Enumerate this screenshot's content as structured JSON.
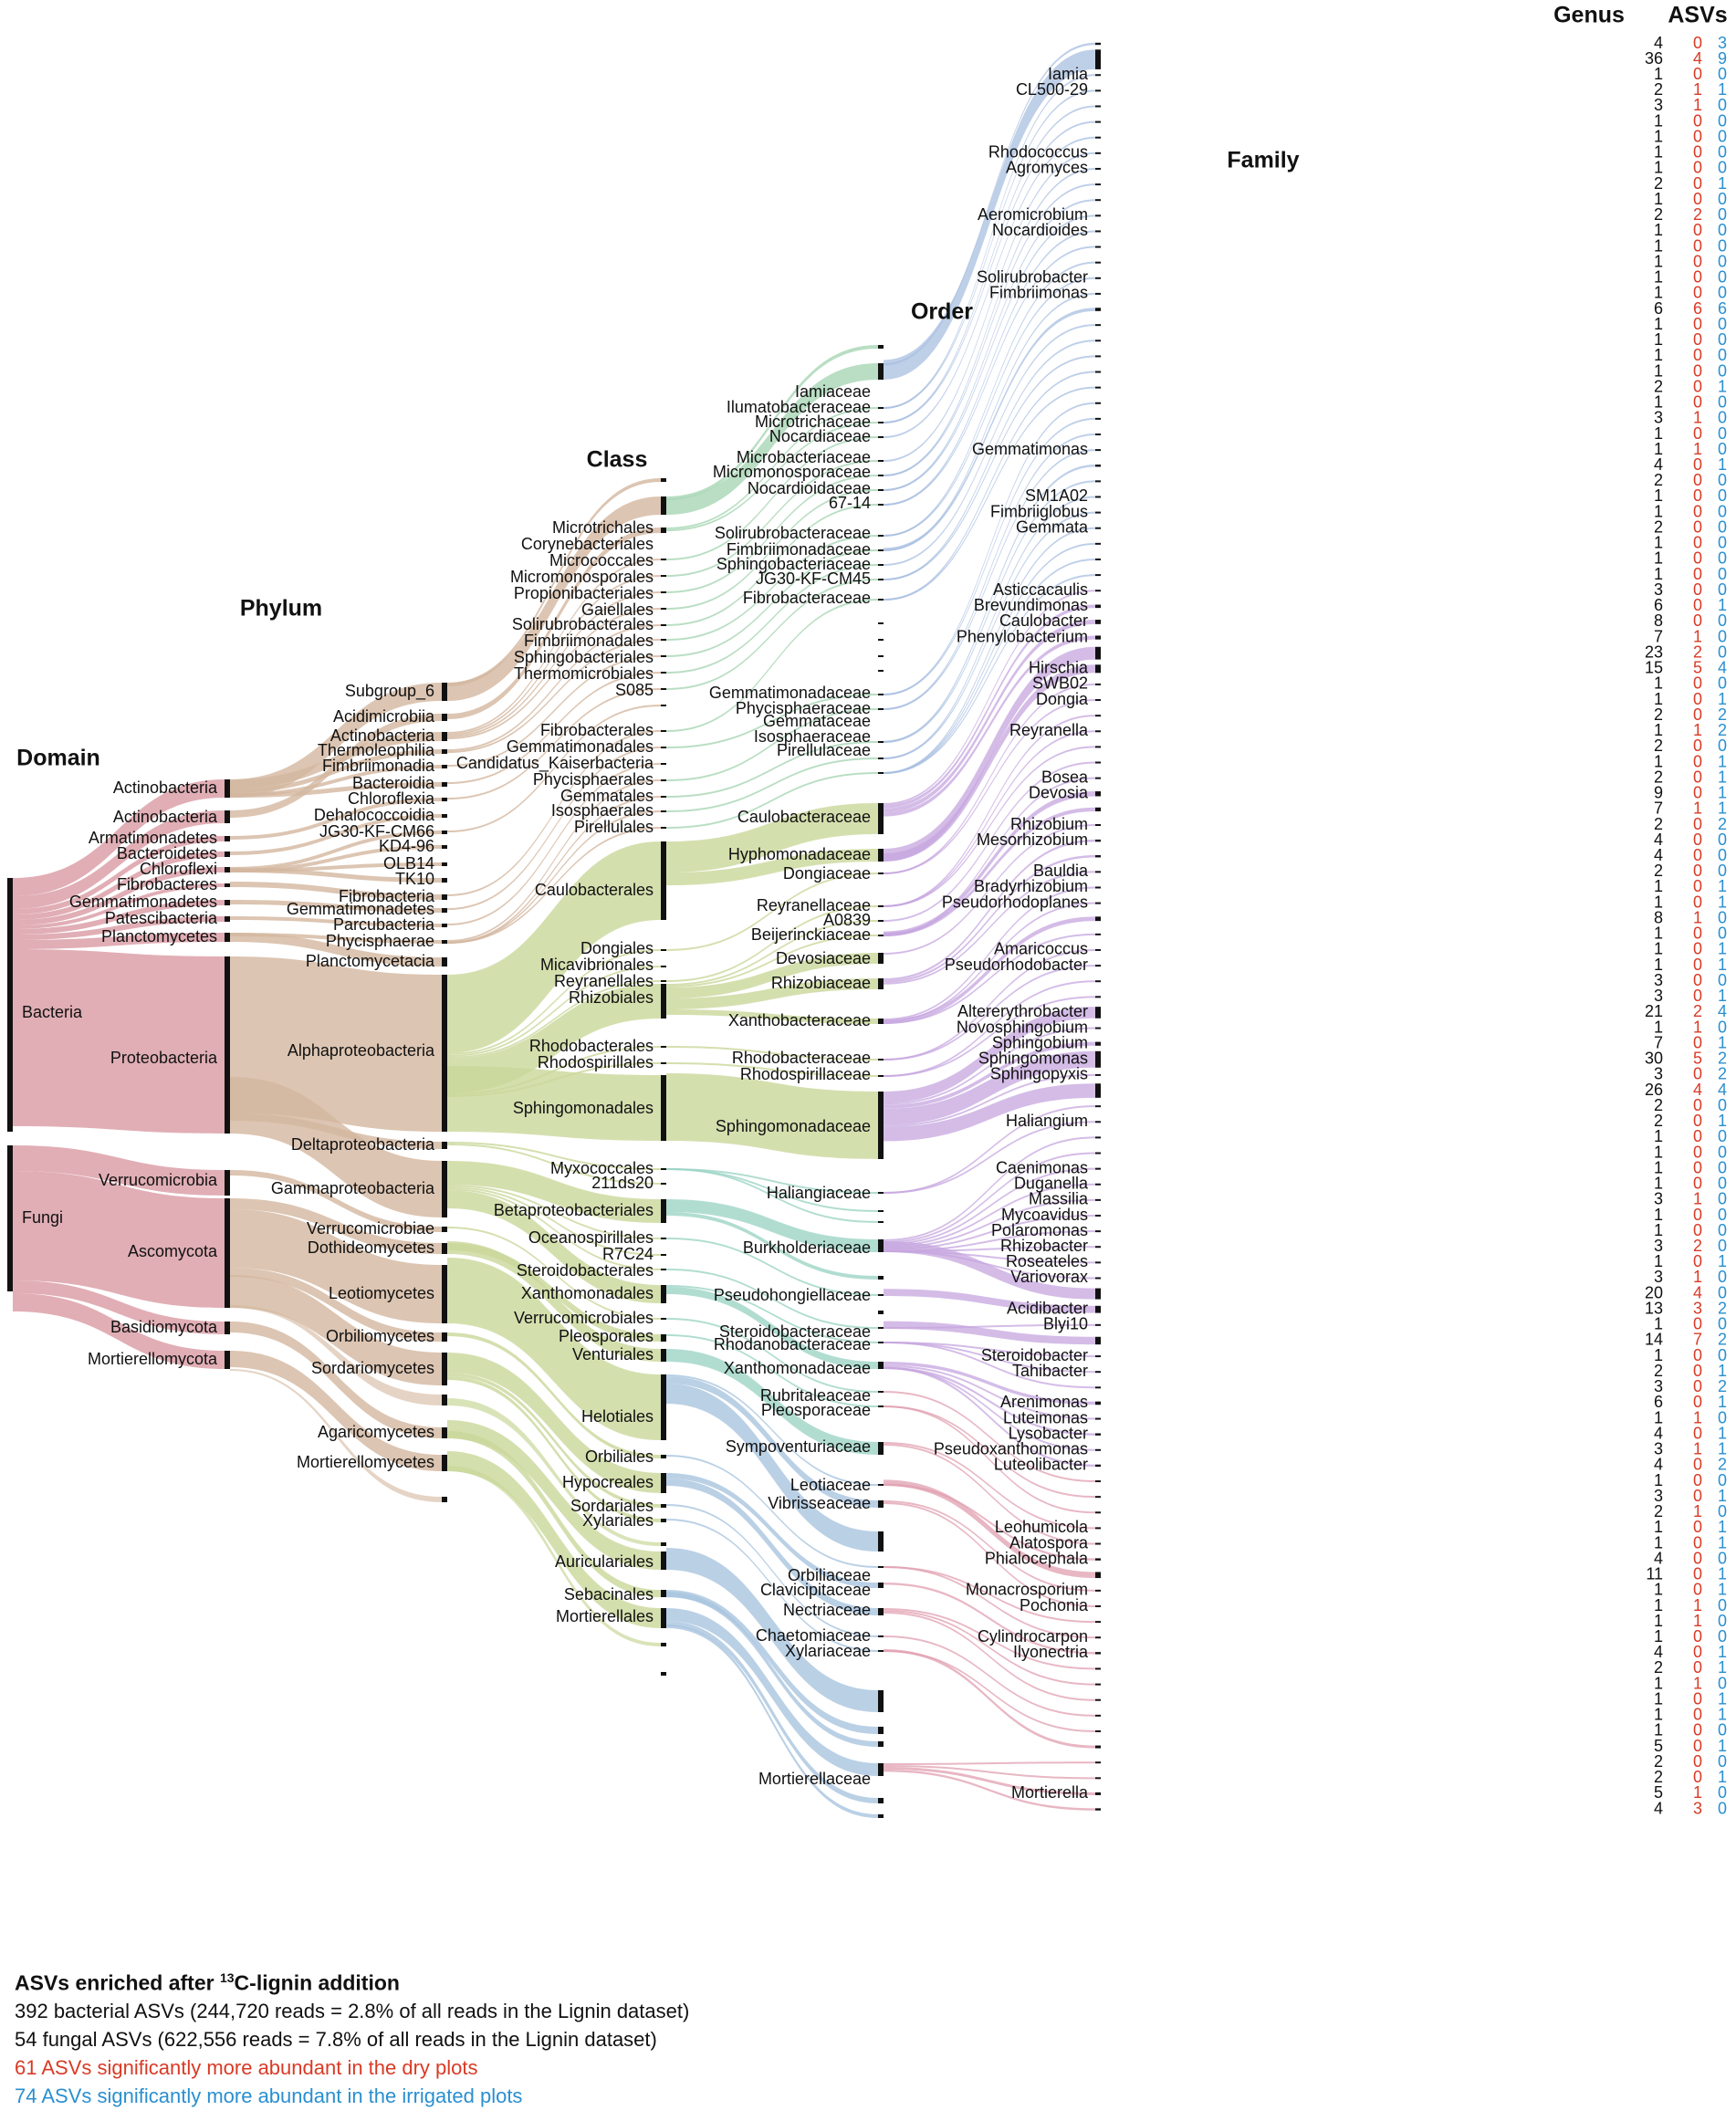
{
  "chart_data": {
    "type": "sankey",
    "column_headers": [
      "Domain",
      "Phylum",
      "Class",
      "Order",
      "Family",
      "Genus",
      "ASVs"
    ],
    "domain": [
      "Bacteria",
      "Fungi"
    ],
    "phylum": [
      "Actinobacteria",
      "Actinobacteria",
      "Armatimonadetes",
      "Bacteroidetes",
      "Chloroflexi",
      "Fibrobacteres",
      "Gemmatimonadetes",
      "Patescibacteria",
      "Planctomycetes",
      "Proteobacteria",
      "Verrucomicrobia",
      "Ascomycota",
      "Basidiomycota",
      "Mortierellomycota"
    ],
    "class": [
      "Subgroup_6",
      "Acidimicrobiia",
      "Actinobacteria",
      "Thermoleophilia",
      "Fimbriimonadia",
      "Bacteroidia",
      "Chloroflexia",
      "Dehalococcoidia",
      "JG30-KF-CM66",
      "KD4-96",
      "OLB14",
      "TK10",
      "Fibrobacteria",
      "Gemmatimonadetes",
      "Parcubacteria",
      "Phycisphaerae",
      "Planctomycetacia",
      "Alphaproteobacteria",
      "Deltaproteobacteria",
      "Gammaproteobacteria",
      "Verrucomicrobiae",
      "Dothideomycetes",
      "Leotiomycetes",
      "Orbiliomycetes",
      "Sordariomycetes",
      "Agaricomycetes",
      "Mortierellomycetes"
    ],
    "order": [
      "Microtrichales",
      "Corynebacteriales",
      "Micrococcales",
      "Micromonosporales",
      "Propionibacteriales",
      "Gaiellales",
      "Solirubrobacterales",
      "Fimbriimonadales",
      "Sphingobacteriales",
      "Thermomicrobiales",
      "S085",
      "Fibrobacterales",
      "Gemmatimonadales",
      "Candidatus_Kaiserbacteria",
      "Phycisphaerales",
      "Gemmatales",
      "Isosphaerales",
      "Pirellulales",
      "Caulobacterales",
      "Dongiales",
      "Micavibrionales",
      "Reyranellales",
      "Rhizobiales",
      "Rhodobacterales",
      "Rhodospirillales",
      "Sphingomonadales",
      "Myxococcales",
      "211ds20",
      "Betaproteobacteriales",
      "Oceanospirillales",
      "R7C24",
      "Steroidobacterales",
      "Xanthomonadales",
      "Verrucomicrobiales",
      "Pleosporales",
      "Venturiales",
      "Helotiales",
      "Orbiliales",
      "Hypocreales",
      "Sordariales",
      "Xylariales",
      "Auriculariales",
      "Sebacinales",
      "Mortierellales"
    ],
    "family": [
      "Iamiaceae",
      "Ilumatobacteraceae",
      "Microtrichaceae",
      "Nocardiaceae",
      "Microbacteriaceae",
      "Micromonosporaceae",
      "Nocardioidaceae",
      "67-14",
      "Solirubrobacteraceae",
      "Fimbriimonadaceae",
      "Sphingobacteriaceae",
      "JG30-KF-CM45",
      "Fibrobacteraceae",
      "Gemmatimonadaceae",
      "Phycisphaeraceae",
      "Gemmataceae",
      "Isosphaeraceae",
      "Pirellulaceae",
      "Caulobacteraceae",
      "Hyphomonadaceae",
      "Dongiaceae",
      "Reyranellaceae",
      "A0839",
      "Beijerinckiaceae",
      "Devosiaceae",
      "Rhizobiaceae",
      "Xanthobacteraceae",
      "Rhodobacteraceae",
      "Rhodospirillaceae",
      "Sphingomonadaceae",
      "Haliangiaceae",
      "Burkholderiaceae",
      "Pseudohongiellaceae",
      "Steroidobacteraceae",
      "Rhodanobacteraceae",
      "Xanthomonadaceae",
      "Rubritaleaceae",
      "Pleosporaceae",
      "Sympoventuriaceae",
      "Leotiaceae",
      "Vibrisseaceae",
      "Orbiliaceae",
      "Clavicipitaceae",
      "Nectriaceae",
      "Chaetomiaceae",
      "Xylariaceae",
      "Mortierellaceae"
    ],
    "genus_rows": [
      {
        "genus": "",
        "total": "4",
        "dry": "0",
        "irrigated": "3"
      },
      {
        "genus": "",
        "total": "36",
        "dry": "4",
        "irrigated": "9"
      },
      {
        "genus": "Iamia",
        "total": "1",
        "dry": "0",
        "irrigated": "0"
      },
      {
        "genus": "CL500-29",
        "total": "2",
        "dry": "1",
        "irrigated": "1"
      },
      {
        "genus": "",
        "total": "3",
        "dry": "1",
        "irrigated": "0"
      },
      {
        "genus": "",
        "total": "1",
        "dry": "0",
        "irrigated": "0"
      },
      {
        "genus": "",
        "total": "1",
        "dry": "0",
        "irrigated": "0"
      },
      {
        "genus": "Rhodococcus",
        "total": "1",
        "dry": "0",
        "irrigated": "0"
      },
      {
        "genus": "Agromyces",
        "total": "1",
        "dry": "0",
        "irrigated": "0"
      },
      {
        "genus": "",
        "total": "2",
        "dry": "0",
        "irrigated": "1"
      },
      {
        "genus": "",
        "total": "1",
        "dry": "0",
        "irrigated": "0"
      },
      {
        "genus": "Aeromicrobium",
        "total": "2",
        "dry": "2",
        "irrigated": "0"
      },
      {
        "genus": "Nocardioides",
        "total": "1",
        "dry": "0",
        "irrigated": "0"
      },
      {
        "genus": "",
        "total": "1",
        "dry": "0",
        "irrigated": "0"
      },
      {
        "genus": "",
        "total": "1",
        "dry": "0",
        "irrigated": "0"
      },
      {
        "genus": "Solirubrobacter",
        "total": "1",
        "dry": "0",
        "irrigated": "0"
      },
      {
        "genus": "Fimbriimonas",
        "total": "1",
        "dry": "0",
        "irrigated": "0"
      },
      {
        "genus": "",
        "total": "6",
        "dry": "6",
        "irrigated": "6"
      },
      {
        "genus": "",
        "total": "1",
        "dry": "0",
        "irrigated": "0"
      },
      {
        "genus": "",
        "total": "1",
        "dry": "0",
        "irrigated": "0"
      },
      {
        "genus": "",
        "total": "1",
        "dry": "0",
        "irrigated": "0"
      },
      {
        "genus": "",
        "total": "1",
        "dry": "0",
        "irrigated": "0"
      },
      {
        "genus": "",
        "total": "2",
        "dry": "0",
        "irrigated": "1"
      },
      {
        "genus": "",
        "total": "1",
        "dry": "0",
        "irrigated": "0"
      },
      {
        "genus": "",
        "total": "3",
        "dry": "1",
        "irrigated": "0"
      },
      {
        "genus": "",
        "total": "1",
        "dry": "0",
        "irrigated": "0"
      },
      {
        "genus": "Gemmatimonas",
        "total": "1",
        "dry": "1",
        "irrigated": "0"
      },
      {
        "genus": "",
        "total": "4",
        "dry": "0",
        "irrigated": "1"
      },
      {
        "genus": "",
        "total": "2",
        "dry": "0",
        "irrigated": "0"
      },
      {
        "genus": "SM1A02",
        "total": "1",
        "dry": "0",
        "irrigated": "0"
      },
      {
        "genus": "Fimbriiglobus",
        "total": "1",
        "dry": "0",
        "irrigated": "0"
      },
      {
        "genus": "Gemmata",
        "total": "2",
        "dry": "0",
        "irrigated": "0"
      },
      {
        "genus": "",
        "total": "1",
        "dry": "0",
        "irrigated": "0"
      },
      {
        "genus": "",
        "total": "1",
        "dry": "0",
        "irrigated": "0"
      },
      {
        "genus": "",
        "total": "1",
        "dry": "0",
        "irrigated": "0"
      },
      {
        "genus": "Asticcacaulis",
        "total": "3",
        "dry": "0",
        "irrigated": "0"
      },
      {
        "genus": "Brevundimonas",
        "total": "6",
        "dry": "0",
        "irrigated": "1"
      },
      {
        "genus": "Caulobacter",
        "total": "8",
        "dry": "0",
        "irrigated": "0"
      },
      {
        "genus": "Phenylobacterium",
        "total": "7",
        "dry": "1",
        "irrigated": "0"
      },
      {
        "genus": "",
        "total": "23",
        "dry": "2",
        "irrigated": "0"
      },
      {
        "genus": "Hirschia",
        "total": "15",
        "dry": "5",
        "irrigated": "4"
      },
      {
        "genus": "SWB02",
        "total": "1",
        "dry": "0",
        "irrigated": "0"
      },
      {
        "genus": "Dongia",
        "total": "1",
        "dry": "0",
        "irrigated": "1"
      },
      {
        "genus": "",
        "total": "2",
        "dry": "0",
        "irrigated": "2"
      },
      {
        "genus": "Reyranella",
        "total": "1",
        "dry": "1",
        "irrigated": "2"
      },
      {
        "genus": "",
        "total": "2",
        "dry": "0",
        "irrigated": "0"
      },
      {
        "genus": "",
        "total": "1",
        "dry": "0",
        "irrigated": "1"
      },
      {
        "genus": "Bosea",
        "total": "2",
        "dry": "0",
        "irrigated": "1"
      },
      {
        "genus": "Devosia",
        "total": "9",
        "dry": "0",
        "irrigated": "1"
      },
      {
        "genus": "",
        "total": "7",
        "dry": "1",
        "irrigated": "1"
      },
      {
        "genus": "Rhizobium",
        "total": "2",
        "dry": "0",
        "irrigated": "2"
      },
      {
        "genus": "Mesorhizobium",
        "total": "4",
        "dry": "0",
        "irrigated": "0"
      },
      {
        "genus": "",
        "total": "4",
        "dry": "0",
        "irrigated": "0"
      },
      {
        "genus": "Bauldia",
        "total": "2",
        "dry": "0",
        "irrigated": "0"
      },
      {
        "genus": "Bradyrhizobium",
        "total": "1",
        "dry": "0",
        "irrigated": "1"
      },
      {
        "genus": "Pseudorhodoplanes",
        "total": "1",
        "dry": "0",
        "irrigated": "1"
      },
      {
        "genus": "",
        "total": "8",
        "dry": "1",
        "irrigated": "0"
      },
      {
        "genus": "",
        "total": "1",
        "dry": "0",
        "irrigated": "0"
      },
      {
        "genus": "Amaricoccus",
        "total": "1",
        "dry": "0",
        "irrigated": "1"
      },
      {
        "genus": "Pseudorhodobacter",
        "total": "1",
        "dry": "0",
        "irrigated": "1"
      },
      {
        "genus": "",
        "total": "3",
        "dry": "0",
        "irrigated": "0"
      },
      {
        "genus": "",
        "total": "3",
        "dry": "0",
        "irrigated": "1"
      },
      {
        "genus": "Altererythrobacter",
        "total": "21",
        "dry": "2",
        "irrigated": "4"
      },
      {
        "genus": "Novosphingobium",
        "total": "1",
        "dry": "1",
        "irrigated": "0"
      },
      {
        "genus": "Sphingobium",
        "total": "7",
        "dry": "0",
        "irrigated": "1"
      },
      {
        "genus": "Sphingomonas",
        "total": "30",
        "dry": "5",
        "irrigated": "2"
      },
      {
        "genus": "Sphingopyxis",
        "total": "3",
        "dry": "0",
        "irrigated": "2"
      },
      {
        "genus": "",
        "total": "26",
        "dry": "4",
        "irrigated": "4"
      },
      {
        "genus": "",
        "total": "2",
        "dry": "0",
        "irrigated": "0"
      },
      {
        "genus": "Haliangium",
        "total": "2",
        "dry": "0",
        "irrigated": "1"
      },
      {
        "genus": "",
        "total": "1",
        "dry": "0",
        "irrigated": "0"
      },
      {
        "genus": "",
        "total": "1",
        "dry": "0",
        "irrigated": "0"
      },
      {
        "genus": "Caenimonas",
        "total": "1",
        "dry": "0",
        "irrigated": "0"
      },
      {
        "genus": "Duganella",
        "total": "1",
        "dry": "0",
        "irrigated": "0"
      },
      {
        "genus": "Massilia",
        "total": "3",
        "dry": "1",
        "irrigated": "0"
      },
      {
        "genus": "Mycoavidus",
        "total": "1",
        "dry": "0",
        "irrigated": "0"
      },
      {
        "genus": "Polaromonas",
        "total": "1",
        "dry": "0",
        "irrigated": "0"
      },
      {
        "genus": "Rhizobacter",
        "total": "3",
        "dry": "2",
        "irrigated": "0"
      },
      {
        "genus": "Roseateles",
        "total": "1",
        "dry": "0",
        "irrigated": "1"
      },
      {
        "genus": "Variovorax",
        "total": "3",
        "dry": "1",
        "irrigated": "0"
      },
      {
        "genus": "",
        "total": "20",
        "dry": "4",
        "irrigated": "0"
      },
      {
        "genus": "Acidibacter",
        "total": "13",
        "dry": "3",
        "irrigated": "2"
      },
      {
        "genus": "Blyi10",
        "total": "1",
        "dry": "0",
        "irrigated": "0"
      },
      {
        "genus": "",
        "total": "14",
        "dry": "7",
        "irrigated": "2"
      },
      {
        "genus": "Steroidobacter",
        "total": "1",
        "dry": "0",
        "irrigated": "0"
      },
      {
        "genus": "Tahibacter",
        "total": "2",
        "dry": "0",
        "irrigated": "1"
      },
      {
        "genus": "",
        "total": "3",
        "dry": "0",
        "irrigated": "2"
      },
      {
        "genus": "Arenimonas",
        "total": "6",
        "dry": "0",
        "irrigated": "1"
      },
      {
        "genus": "Luteimonas",
        "total": "1",
        "dry": "1",
        "irrigated": "0"
      },
      {
        "genus": "Lysobacter",
        "total": "4",
        "dry": "0",
        "irrigated": "1"
      },
      {
        "genus": "Pseudoxanthomonas",
        "total": "3",
        "dry": "1",
        "irrigated": "1"
      },
      {
        "genus": "Luteolibacter",
        "total": "4",
        "dry": "0",
        "irrigated": "2"
      },
      {
        "genus": "",
        "total": "1",
        "dry": "0",
        "irrigated": "0"
      },
      {
        "genus": "",
        "total": "3",
        "dry": "0",
        "irrigated": "1"
      },
      {
        "genus": "",
        "total": "2",
        "dry": "1",
        "irrigated": "0"
      },
      {
        "genus": "Leohumicola",
        "total": "1",
        "dry": "0",
        "irrigated": "1"
      },
      {
        "genus": "Alatospora",
        "total": "1",
        "dry": "0",
        "irrigated": "1"
      },
      {
        "genus": "Phialocephala",
        "total": "4",
        "dry": "0",
        "irrigated": "0"
      },
      {
        "genus": "",
        "total": "11",
        "dry": "0",
        "irrigated": "1"
      },
      {
        "genus": "Monacrosporium",
        "total": "1",
        "dry": "0",
        "irrigated": "1"
      },
      {
        "genus": "Pochonia",
        "total": "1",
        "dry": "1",
        "irrigated": "0"
      },
      {
        "genus": "",
        "total": "1",
        "dry": "1",
        "irrigated": "0"
      },
      {
        "genus": "Cylindrocarpon",
        "total": "1",
        "dry": "0",
        "irrigated": "0"
      },
      {
        "genus": "Ilyonectria",
        "total": "4",
        "dry": "0",
        "irrigated": "1"
      },
      {
        "genus": "",
        "total": "2",
        "dry": "0",
        "irrigated": "1"
      },
      {
        "genus": "",
        "total": "1",
        "dry": "1",
        "irrigated": "0"
      },
      {
        "genus": "",
        "total": "1",
        "dry": "0",
        "irrigated": "1"
      },
      {
        "genus": "",
        "total": "1",
        "dry": "0",
        "irrigated": "1"
      },
      {
        "genus": "",
        "total": "1",
        "dry": "0",
        "irrigated": "0"
      },
      {
        "genus": "",
        "total": "5",
        "dry": "0",
        "irrigated": "1"
      },
      {
        "genus": "",
        "total": "2",
        "dry": "0",
        "irrigated": "0"
      },
      {
        "genus": "",
        "total": "2",
        "dry": "0",
        "irrigated": "1"
      },
      {
        "genus": "Mortierella",
        "total": "5",
        "dry": "1",
        "irrigated": "0"
      },
      {
        "genus": "",
        "total": "4",
        "dry": "3",
        "irrigated": "0"
      }
    ]
  },
  "colors": {
    "domain_flow": "#d99aa2",
    "phylum_flow": "#d3b79f",
    "class_flow": "#c9d79a",
    "order_flow_top": "#a8d6b4",
    "order_flow_mid": "#9dd4c6",
    "order_flow_bot": "#a9c4df",
    "family_flow_top": "#a8bfe0",
    "family_flow_mid": "#c6a6df",
    "family_flow_bot": "#e09fb0",
    "dry": "#d93a25",
    "irrigated": "#2a8fd0",
    "bar": "#111111",
    "text": "#111111"
  },
  "legend": {
    "title_pre": "ASVs enriched after ",
    "title_sup": "13",
    "title_post": "C-lignin addition",
    "line1": "392 bacterial ASVs (244,720 reads =  2.8% of all reads in the Lignin dataset)",
    "line2": "54 fungal ASVs (622,556 reads = 7.8% of all reads in the Lignin dataset)",
    "line3": "61 ASVs significantly more abundant in the dry plots",
    "line4": "74 ASVs significantly more abundant in the irrigated plots"
  }
}
